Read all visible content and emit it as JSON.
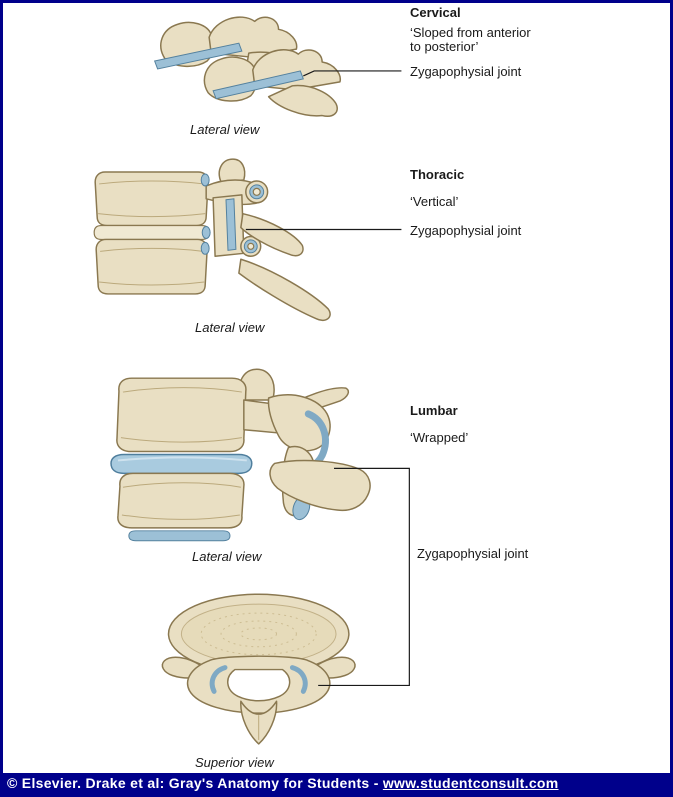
{
  "sections": {
    "cervical": {
      "title": "Cervical",
      "note_line1": "‘Sloped from anterior",
      "note_line2": "to posterior’",
      "joint_label": "Zygapophysial joint",
      "view_label": "Lateral view"
    },
    "thoracic": {
      "title": "Thoracic",
      "note": "‘Vertical’",
      "joint_label": "Zygapophysial joint",
      "view_label": "Lateral view"
    },
    "lumbar": {
      "title": "Lumbar",
      "note": "‘Wrapped’",
      "joint_label": "Zygapophysial joint",
      "lateral_view_label": "Lateral view",
      "superior_view_label": "Superior view"
    }
  },
  "footer": {
    "credit_prefix": "© Elsevier. Drake et al: Gray's Anatomy for Students - ",
    "url": "www.studentconsult.com"
  },
  "colors": {
    "frame_navy": "#00008b",
    "bone_fill": "#e9dfc3",
    "bone_outline": "#8a7850",
    "joint_blue": "#9cc0d6",
    "disc_blue": "#a9cbdf",
    "leader_line": "#1a1a1a"
  }
}
